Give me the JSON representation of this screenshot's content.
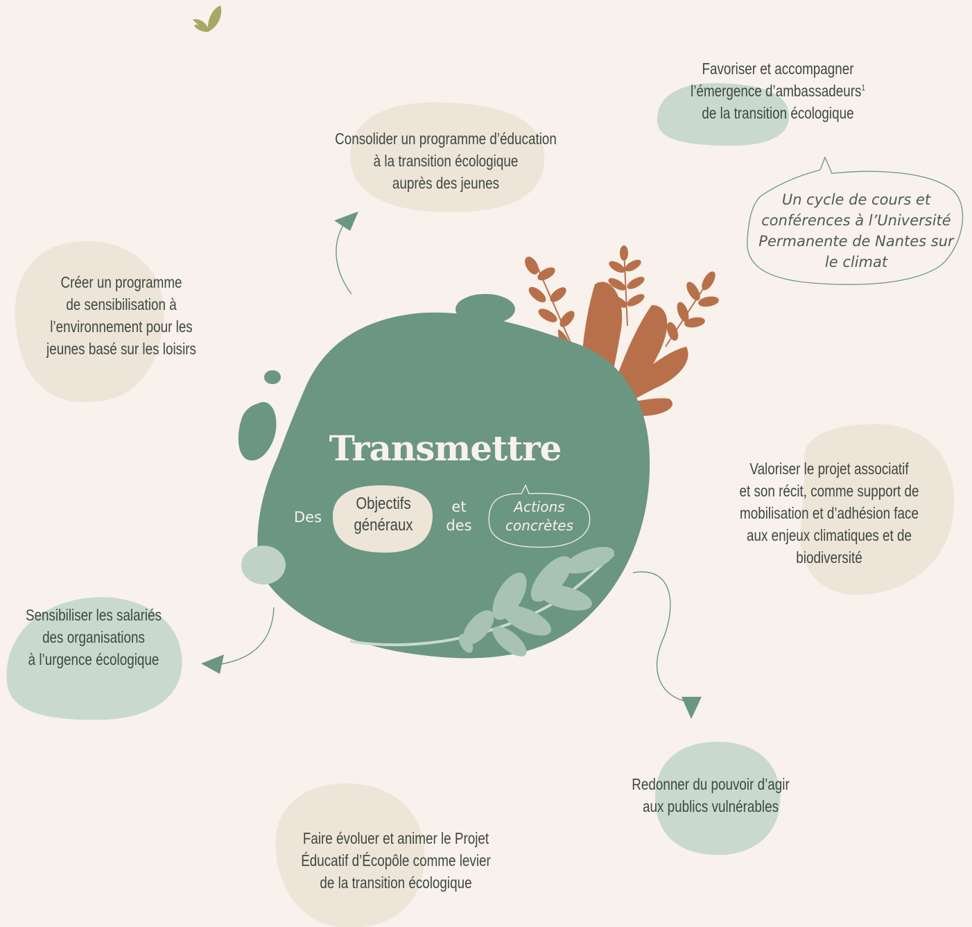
{
  "center": {
    "title": "Transmettre",
    "des_prefix": "Des",
    "objectifs_line1": "Objectifs",
    "objectifs_line2": "généraux",
    "connector_line1": "et",
    "connector_line2": "des",
    "actions_line1": "Actions",
    "actions_line2": "concrètes"
  },
  "goals": [
    {
      "lines": [
        "Consolider un programme d’éducation",
        "à la transition écologique",
        "auprès des jeunes"
      ]
    },
    {
      "lines": [
        "Favoriser et accompagner",
        "l’émergence d’ambassadeurs",
        "de la transition écologique"
      ],
      "footnote": "1"
    },
    {
      "lines": [
        "Créer un programme",
        "de sensibilisation à",
        "l’environnement pour les",
        "jeunes basé sur les loisirs"
      ]
    },
    {
      "lines": [
        "Valoriser le projet associatif",
        "et son récit, comme support de",
        "mobilisation et d’adhésion face",
        "aux enjeux climatiques et de",
        "biodiversité"
      ]
    },
    {
      "lines": [
        "Sensibiliser les salariés",
        "des organisations",
        "à l’urgence écologique"
      ]
    },
    {
      "lines": [
        "Redonner du pouvoir d’agir",
        "aux publics vulnérables"
      ]
    },
    {
      "lines": [
        "Faire évoluer et animer le Projet",
        "Éducatif d’Écopôle comme levier",
        "de la transition écologique"
      ]
    }
  ],
  "action_callout": {
    "lines": [
      "Un cycle de cours et",
      "conférences à l’Université",
      "Permanente de Nantes sur",
      "le climat"
    ]
  },
  "colors": {
    "background": "#f8f1ec",
    "main_green": "#6b9682",
    "light_green": "#c9dacd",
    "beige": "#ede5d8",
    "rust": "#b8704a",
    "butterfly": "#a8a866"
  },
  "icons": [
    "butterfly-icon",
    "fern-decoration",
    "leaf-branch-decoration",
    "arrow-icon"
  ]
}
